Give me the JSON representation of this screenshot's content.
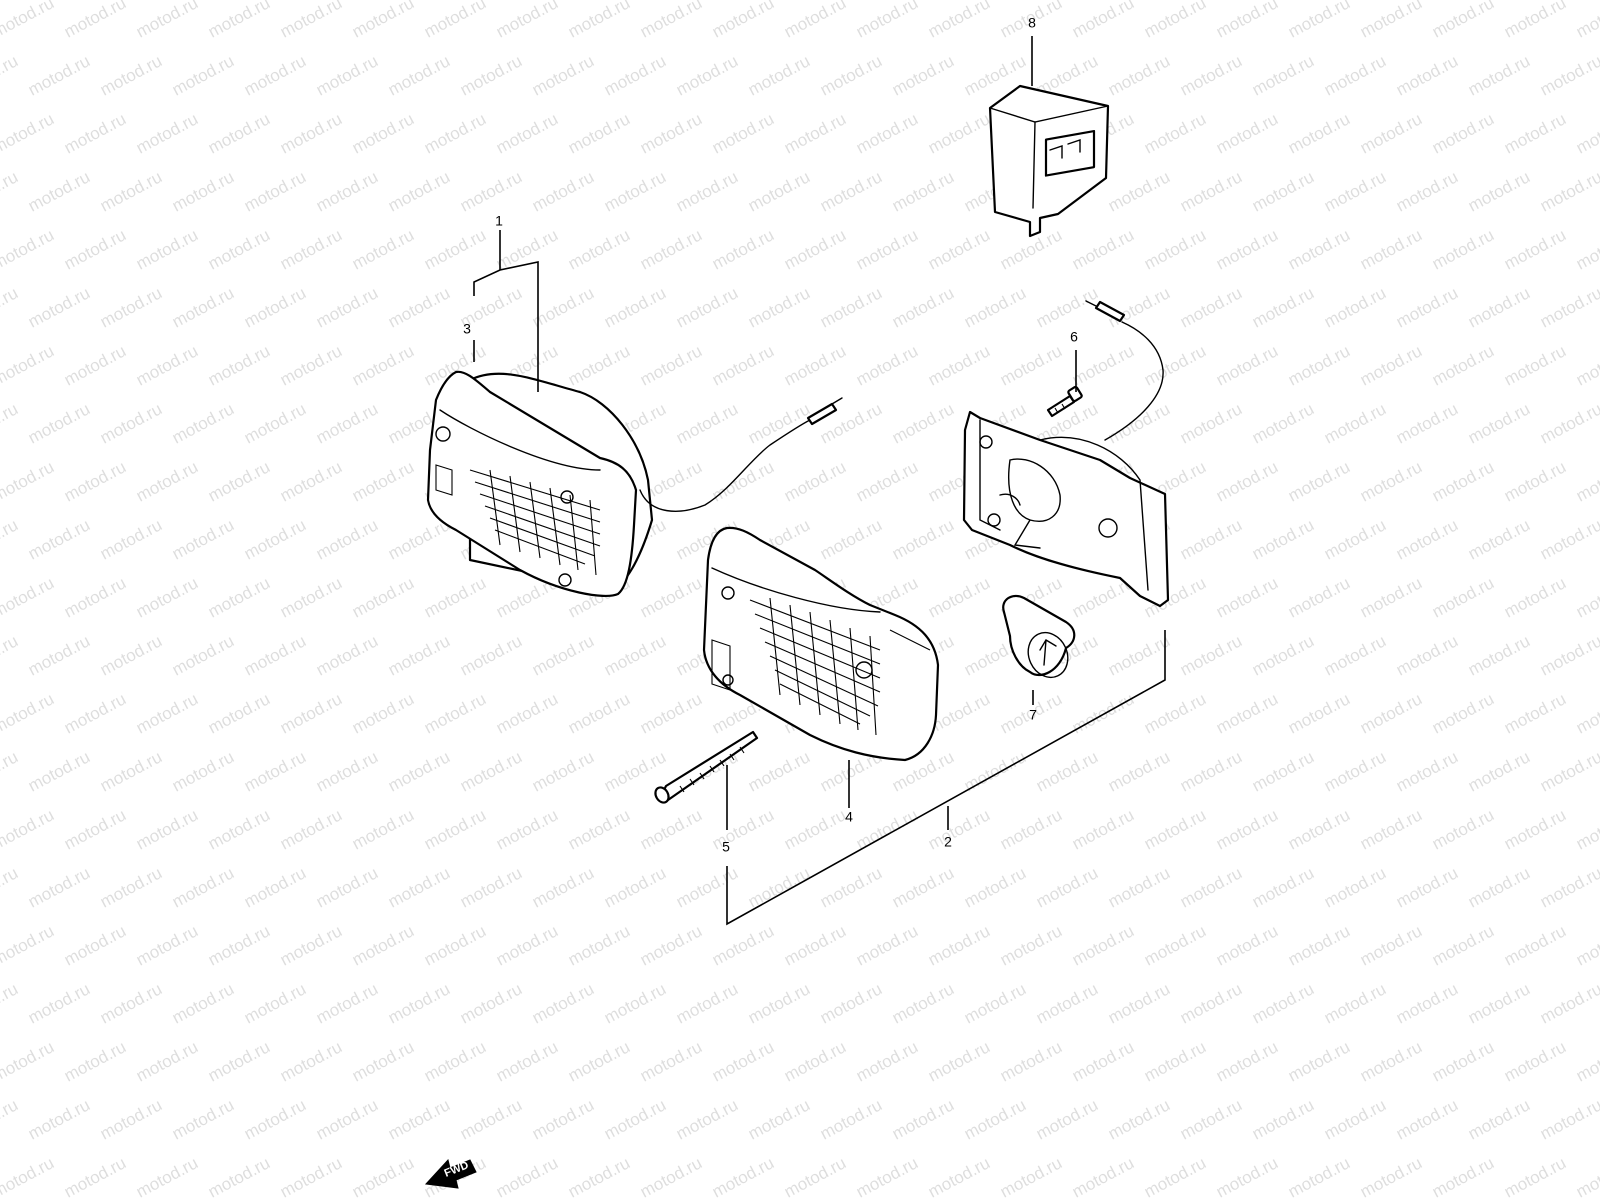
{
  "watermark": "motod.ru",
  "direction_badge": "FWD",
  "callouts": [
    {
      "id": "1",
      "label": "1",
      "part": "turn signal lamp assembly (front left)"
    },
    {
      "id": "2",
      "label": "2",
      "part": "turn signal lamp assembly (front right)"
    },
    {
      "id": "3",
      "label": "3",
      "part": "lens"
    },
    {
      "id": "4",
      "label": "4",
      "part": "lens"
    },
    {
      "id": "5",
      "label": "5",
      "part": "screw"
    },
    {
      "id": "6",
      "label": "6",
      "part": "bolt"
    },
    {
      "id": "7",
      "label": "7",
      "part": "bulb"
    },
    {
      "id": "8",
      "label": "8",
      "part": "relay"
    }
  ],
  "colors": {
    "ink": "#000000",
    "background": "#ffffff",
    "watermark": "#cfcfcf"
  }
}
